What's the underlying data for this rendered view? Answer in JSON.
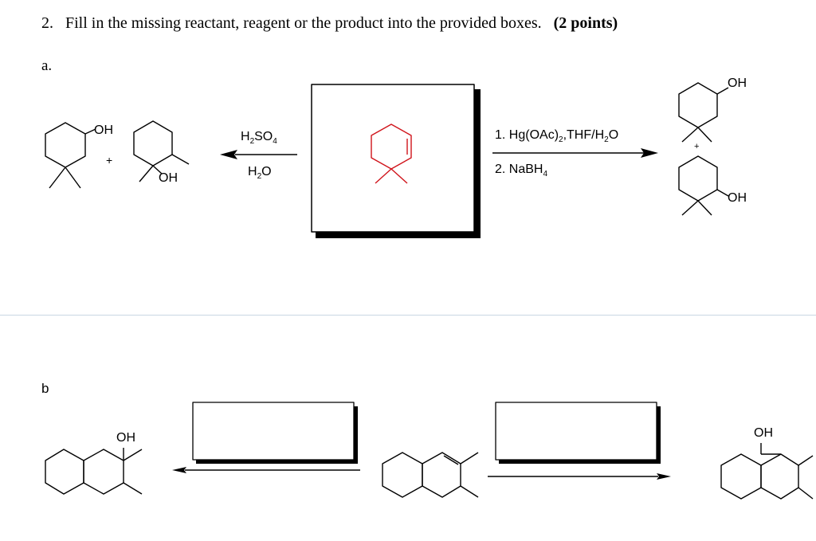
{
  "question": {
    "number": "2.",
    "text": "Fill in the missing reactant, reagent or the product into the provided boxes.",
    "points": "(2 points)"
  },
  "part_a": {
    "label": "a.",
    "left_products": {
      "oh1": "OH",
      "plus": "+",
      "oh2": "OH"
    },
    "left_reagents": {
      "top": {
        "h": "H",
        "sub1": "2",
        "so": "SO",
        "sub2": "4"
      },
      "bottom": {
        "h": "H",
        "sub": "2",
        "o": "O"
      }
    },
    "right_reagents": {
      "step1": {
        "a": "1. Hg(OAc)",
        "sub1": "2",
        "b": ",THF/H",
        "sub2": "2",
        "c": "O"
      },
      "step2": {
        "a": "2. NaBH",
        "sub": "4"
      }
    },
    "right_products": {
      "oh1": "OH",
      "plus": "+",
      "oh2": "OH"
    },
    "colors": {
      "answer_structure": "#d0141b"
    }
  },
  "part_b": {
    "label": "b",
    "left_product_oh": "OH",
    "right_product_oh": "OH"
  },
  "colors": {
    "divider": "#c9d6e3",
    "ink": "#000000"
  }
}
